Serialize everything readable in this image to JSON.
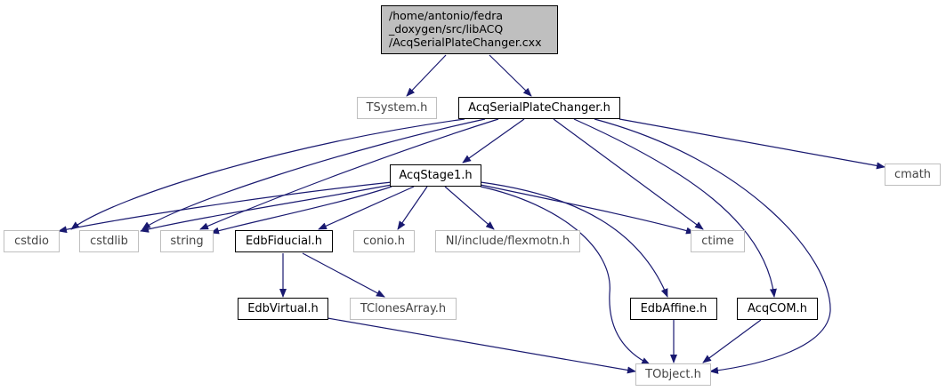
{
  "colors": {
    "edge": "#191970",
    "root_fill": "#bfbfbf",
    "ext_border": "#bfbfbf",
    "doc_border": "#000000"
  },
  "root": {
    "lines": [
      "/home/antonio/fedra",
      "_doxygen/src/libACQ",
      "/AcqSerialPlateChanger.cxx"
    ]
  },
  "nodes": {
    "tsystem": "TSystem.h",
    "acqserial": "AcqSerialPlateChanger.h",
    "cmath": "cmath",
    "acqstage1": "AcqStage1.h",
    "cstdio": "cstdio",
    "cstdlib": "cstdlib",
    "string": "string",
    "edbfiducial": "EdbFiducial.h",
    "conio": "conio.h",
    "flexmotn": "NI/include/flexmotn.h",
    "ctime": "ctime",
    "edbvirtual": "EdbVirtual.h",
    "tclones": "TClonesArray.h",
    "edbaffine": "EdbAffine.h",
    "acqcom": "AcqCOM.h",
    "tobject": "TObject.h"
  }
}
